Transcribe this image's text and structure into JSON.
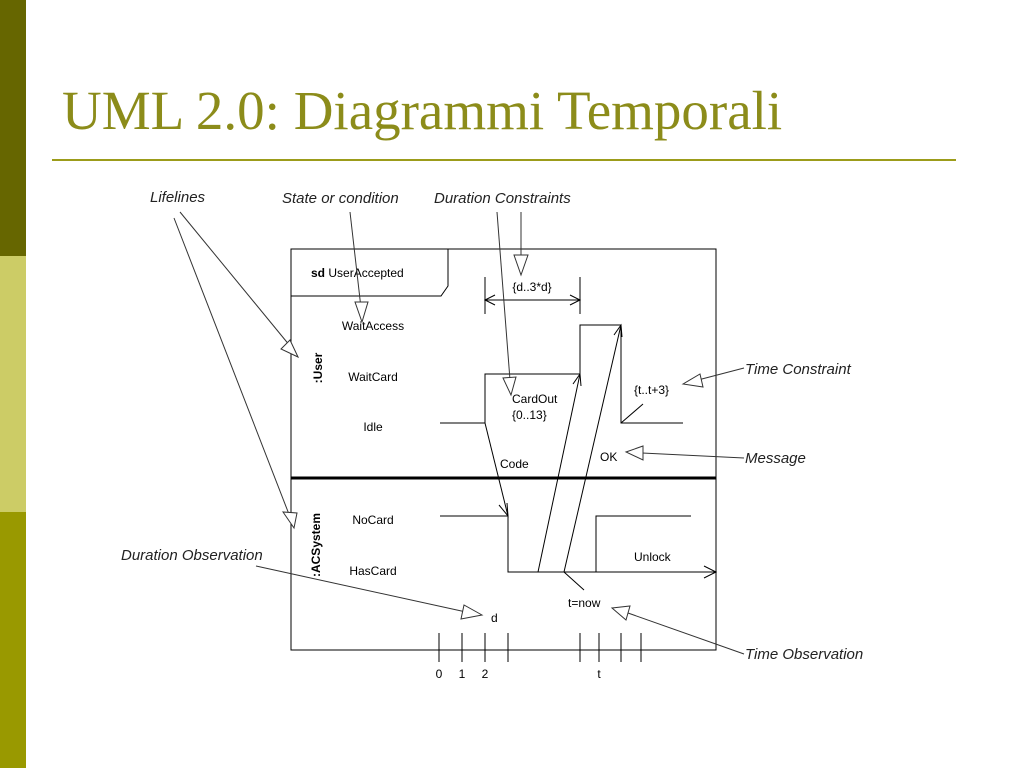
{
  "slide": {
    "title": "UML 2.0: Diagrammi Temporali",
    "colors": {
      "title": "#8c8c1a",
      "bar_dark": "#666600",
      "bar_light": "#cccc66",
      "bar_mid": "#999900"
    }
  },
  "annotations": {
    "lifelines": "Lifelines",
    "state_or_condition": "State or condition",
    "duration_constraints": "Duration Constraints",
    "time_constraint": "Time Constraint",
    "message": "Message",
    "duration_observation": "Duration Observation",
    "time_observation": "Time Observation"
  },
  "frame": {
    "keyword": "sd",
    "name": "UserAccepted"
  },
  "lifelines": {
    "user": {
      "name": ":User",
      "states": [
        "WaitAccess",
        "WaitCard",
        "Idle"
      ]
    },
    "acsystem": {
      "name": ":ACSystem",
      "states": [
        "NoCard",
        "HasCard"
      ]
    }
  },
  "labels": {
    "duration_constraint": "{d..3*d}",
    "cardout": "CardOut",
    "cardout_constraint": "{0..13}",
    "time_constraint": "{t..t+3}",
    "code": "Code",
    "ok": "OK",
    "unlock": "Unlock",
    "t_now": "t=now",
    "d": "d"
  },
  "ticks": {
    "zero": "0",
    "one": "1",
    "two": "2",
    "t": "t"
  }
}
